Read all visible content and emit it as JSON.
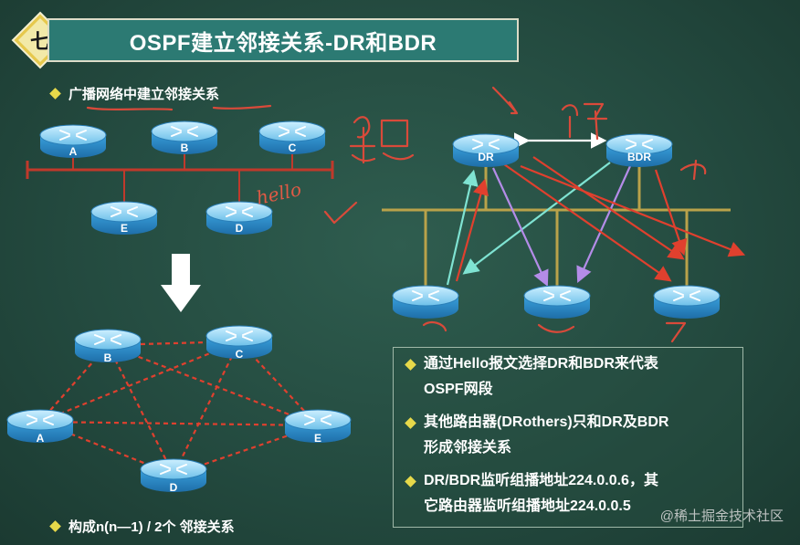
{
  "slide": {
    "section_badge": "七",
    "title": "OSPF建立邻接关系-DR和BDR",
    "subtitle": "广播网络中建立邻接关系",
    "formula": "构成n(n—1) / 2个 邻接关系"
  },
  "top_left_routers": [
    "A",
    "B",
    "C",
    "E",
    "D"
  ],
  "mesh_routers": [
    "B",
    "C",
    "A",
    "E",
    "D"
  ],
  "right_routers": {
    "dr": "DR",
    "bdr": "BDR"
  },
  "annotations": {
    "hello": "hello"
  },
  "info_items": [
    "通过Hello报文选择DR和BDR来代表OSPF网段",
    "其他路由器(DRothers)只和DR及BDR形成邻接关系",
    "DR/BDR监听组播地址224.0.0.6，其它路由器监听组播地址224.0.0.5"
  ],
  "info_lines": [
    "通过Hello报文选择DR和BDR来代表",
    "OSPF网段",
    "其他路由器(DRothers)只和DR及BDR",
    "形成邻接关系",
    "DR/BDR监听组播地址224.0.0.6，其",
    "它路由器监听组播地址224.0.0.5"
  ],
  "watermark": "@稀土掘金技术社区",
  "colors": {
    "background": "#244b40",
    "title_bar": "#2c7a73",
    "bullet": "#e7d94a",
    "router_top": "#9fd4f0",
    "router_body": "#2f8fcf",
    "bus_red": "#c0392b",
    "bus_gold": "#b9a24a",
    "mesh_red": "#e0402e",
    "arrow_cyan": "#7fe3d2",
    "arrow_violet": "#b48ce8",
    "arrow_white": "#ffffff",
    "hand_red": "#d94a3a"
  }
}
